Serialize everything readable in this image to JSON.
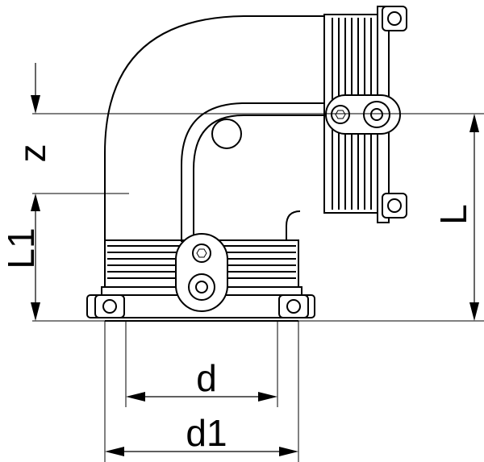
{
  "dimensions": {
    "z": "z",
    "L1": "L1",
    "L": "L",
    "d": "d",
    "d1": "d1"
  },
  "colors": {
    "line": "#000000",
    "background": "#ffffff"
  }
}
